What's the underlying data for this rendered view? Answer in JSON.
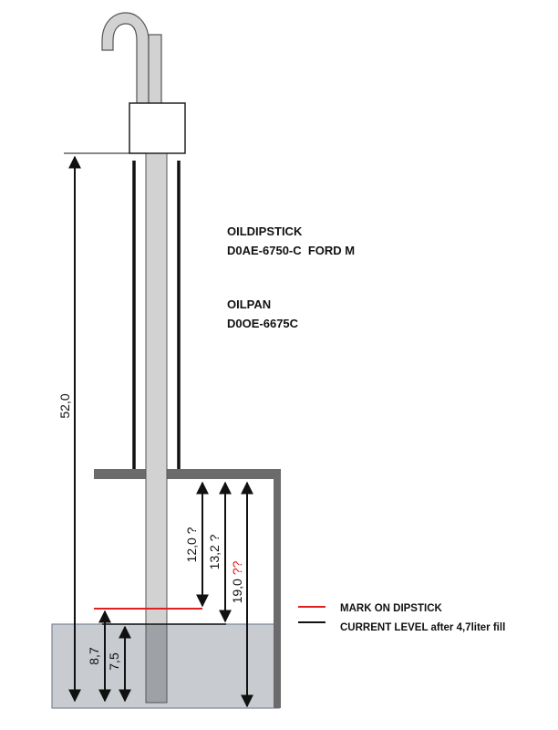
{
  "dipstick": {
    "heading": "OILDIPSTICK",
    "part_number": "D0AE-6750-C  FORD M"
  },
  "oilpan": {
    "heading": "OILPAN",
    "part_number": "D0OE-6675C"
  },
  "dimensions": {
    "total_length": "52,0",
    "pan_to_mark": "12,0 ?",
    "pan_to_level": "13,2 ?",
    "pan_depth_value": "19,0",
    "pan_depth_suffix": "??",
    "mark_height": "8,7",
    "level_height": "7,5"
  },
  "legend": {
    "mark": "MARK ON DIPSTICK",
    "level": "CURRENT LEVEL after 4,7liter fill"
  },
  "colors": {
    "oil_fill": "#c8ccd1",
    "oil_stroke": "#7a8796",
    "tube_fill": "#d2d2d2",
    "mark_line": "#e02020",
    "pan_wall": "#6b6b6b",
    "arrow": "#111111"
  }
}
